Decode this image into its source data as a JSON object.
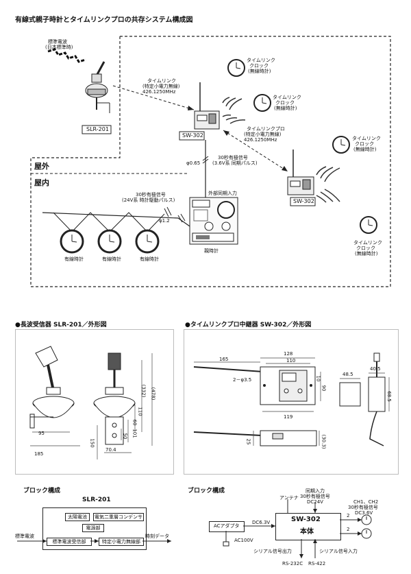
{
  "title": "有線式親子時計とタイムリンクプロの共存システム構成図",
  "system": {
    "radio_label": [
      "標準電波",
      "(日本標準時)"
    ],
    "slr_label": "SLR-201",
    "timelink_label": [
      "タイムリンク",
      "(特定小電力無線)",
      "426.1250MHz"
    ],
    "timelinkpro_label": [
      "タイムリンクプロ",
      "(特定小電力無線)",
      "426.1250MHz"
    ],
    "sw302_label": "SW-302",
    "outdoor": "屋外",
    "indoor": "屋内",
    "phi065": "φ0.65",
    "phi12": "φ1.2",
    "signal_right": [
      "30秒有極信号",
      "(3.6V系 同期パルス)"
    ],
    "signal_left": [
      "30秒有極信号",
      "(24V系 時計駆動パルス)"
    ],
    "external_sync": "外部同期入力",
    "master_clock": "親時計",
    "wired_clock": "有線時計",
    "wireless_clock": [
      "タイムリンク",
      "クロック",
      "(無線時計)"
    ]
  },
  "outline_slr": {
    "heading": "●長波受信器 SLR-201／外形図",
    "dims": [
      "95",
      "185",
      "(332)",
      "(478)",
      "110",
      "101",
      "150",
      "70.4",
      "50",
      "60"
    ]
  },
  "outline_sw": {
    "heading": "●タイムリンクプロ中継器 SW-302／外形図",
    "dims": [
      "128",
      "110",
      "165",
      "2－φ3.5",
      "10",
      "90",
      "119",
      "48.5",
      "40.5",
      "68.5",
      "25",
      "(30.3)"
    ]
  },
  "block_slr": {
    "heading": "ブロック構成",
    "name": "SLR-201",
    "solar": "太陽電池",
    "capacitor": "電気二重層コンデンサ",
    "power": "電源部",
    "receiver": "標準電波受信部",
    "radio_unit": "特定小電力無線部",
    "input": "標準電波",
    "output": "時刻データ"
  },
  "block_sw": {
    "heading": "ブロック構成",
    "name_top": "SW-302",
    "name_bottom": "本体",
    "antenna": "アンテナ",
    "sync_input": [
      "同期入力",
      "30秒有極信号",
      "DC24V"
    ],
    "channels": [
      "CH1、CH2",
      "30秒有極信号",
      "DC3.6V"
    ],
    "ac_adapter": "ACアダプタ",
    "dc": "DC6.3V",
    "ac": "AC100V",
    "serial_out": "シリアル信号出力",
    "serial_in": "シリアル信号入力",
    "rs232": "RS-232C",
    "rs422": "RS-422",
    "two": "2"
  }
}
